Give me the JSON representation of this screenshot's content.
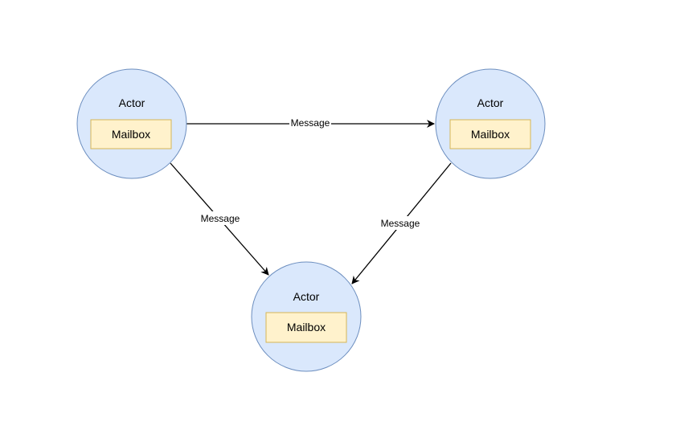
{
  "colors": {
    "actor_fill": "#dae8fc",
    "actor_stroke": "#6c8ebf",
    "mailbox_fill": "#fff2cc",
    "mailbox_stroke": "#d6b656",
    "edge": "#000000"
  },
  "actors": [
    {
      "id": "actor-left",
      "label": "Actor",
      "mailbox_label": "Mailbox"
    },
    {
      "id": "actor-right",
      "label": "Actor",
      "mailbox_label": "Mailbox"
    },
    {
      "id": "actor-bottom",
      "label": "Actor",
      "mailbox_label": "Mailbox"
    }
  ],
  "edges": [
    {
      "id": "edge-left-to-right",
      "from": "actor-left",
      "to": "actor-right",
      "label": "Message"
    },
    {
      "id": "edge-left-to-bottom",
      "from": "actor-left",
      "to": "actor-bottom",
      "label": "Message"
    },
    {
      "id": "edge-right-to-bottom",
      "from": "actor-right",
      "to": "actor-bottom",
      "label": "Message"
    }
  ]
}
